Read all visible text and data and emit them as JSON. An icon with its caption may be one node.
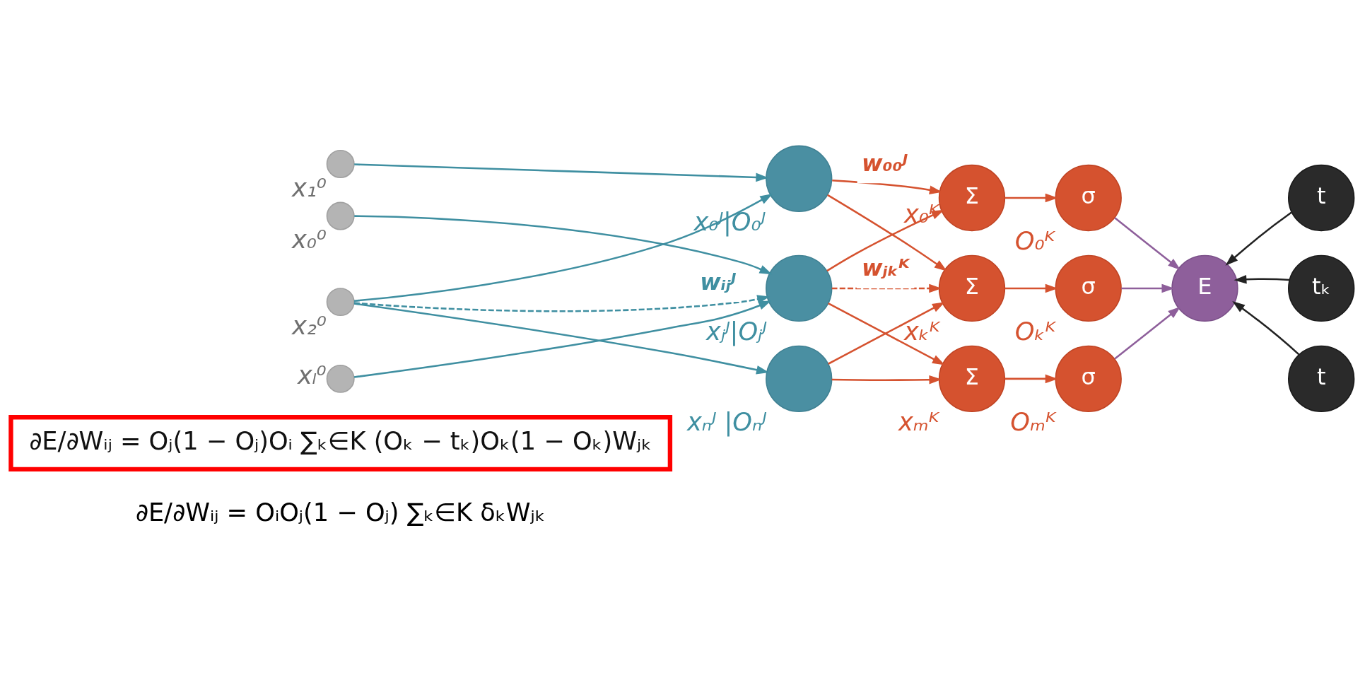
{
  "diagram": {
    "nodes": [
      {
        "text": [],
        "shape": "circle",
        "beside": [
          "x₀⁰"
        ]
      },
      {
        "text": [],
        "shape": "circle",
        "beside": [
          "x₁⁰"
        ]
      },
      {
        "text": [],
        "shape": "circle",
        "beside": [
          "x₂⁰"
        ]
      },
      {
        "text": [],
        "shape": "circle",
        "beside": [
          "xₗ⁰"
        ]
      },
      {
        "text": [],
        "shape": "circle",
        "beside": [
          "x₀ᴶ|O₀ᴶ"
        ]
      },
      {
        "text": [],
        "shape": "circle",
        "beside": [
          "xⱼᴶ|Oⱼᴶ"
        ]
      },
      {
        "text": [],
        "shape": "circle",
        "beside": [
          "xₙᴶ |Oₙᴶ"
        ]
      },
      {
        "text": [
          "Σ"
        ],
        "beside": [
          "x₀ᴷ"
        ]
      },
      {
        "text": [
          "Σ"
        ],
        "beside": [
          "xₖᴷ"
        ]
      },
      {
        "text": [
          "Σ"
        ],
        "beside": [
          "xₘᴷ"
        ]
      },
      {
        "text": [
          "σ"
        ],
        "beside": [
          "O₀ᴷ"
        ]
      },
      {
        "text": [
          "σ"
        ],
        "beside": [
          "Oₖᴷ"
        ]
      },
      {
        "text": [
          "σ"
        ],
        "beside": [
          "Oₘᴷ"
        ]
      },
      {
        "text": [
          "E"
        ]
      },
      {
        "text": [
          "t"
        ]
      },
      {
        "text": [
          "tₖ"
        ]
      },
      {
        "text": [
          "t"
        ]
      },
      {
        "text": [
          "∂E/∂Wᵢⱼ = Oⱼ(1 − Oⱼ)Oᵢ ∑ₖ∈K (Oₖ − tₖ)Oₖ(1 − Oₖ)Wⱼₖ"
        ]
      }
    ],
    "edges": [
      {
        "from": 0,
        "to": 5,
        "arrow": "to",
        "color": "#3f8fa1"
      },
      {
        "from": 1,
        "to": 4,
        "arrow": "to",
        "color": "#3f8fa1"
      },
      {
        "from": 2,
        "to": 4,
        "arrow": "to",
        "color": "#3f8fa1"
      },
      {
        "from": 2,
        "to": 5,
        "arrow": "to",
        "style": "dashed",
        "color": "#3f8fa1",
        "label": "wᵢⱼᴶ"
      },
      {
        "from": 2,
        "to": 6,
        "arrow": "to",
        "color": "#3f8fa1"
      },
      {
        "from": 3,
        "to": 5,
        "arrow": "to",
        "color": "#3f8fa1"
      },
      {
        "from": 4,
        "to": 7,
        "arrow": "to",
        "label": "w₀₀ᴶ"
      },
      {
        "from": 4,
        "to": 8,
        "arrow": "to"
      },
      {
        "from": 5,
        "to": 7,
        "arrow": "to"
      },
      {
        "from": 5,
        "to": 8,
        "arrow": "to",
        "style": "dashed",
        "label": "wⱼₖᴷ"
      },
      {
        "from": 5,
        "to": 9,
        "arrow": "to"
      },
      {
        "from": 6,
        "to": 8,
        "arrow": "to"
      },
      {
        "from": 6,
        "to": 9,
        "arrow": "to"
      },
      {
        "from": 7,
        "to": 10,
        "arrow": "to"
      },
      {
        "from": 8,
        "to": 11,
        "arrow": "to"
      },
      {
        "from": 9,
        "to": 12,
        "arrow": "to"
      },
      {
        "from": 10,
        "to": 13,
        "arrow": "to",
        "color": "#8e5f9b"
      },
      {
        "from": 11,
        "to": 13,
        "arrow": "to",
        "color": "#8e5f9b"
      },
      {
        "from": 12,
        "to": 13,
        "arrow": "to",
        "color": "#8e5f9b"
      },
      {
        "from": 14,
        "to": 13,
        "arrow": "to",
        "color": "#222222"
      },
      {
        "from": 15,
        "to": 13,
        "arrow": "to",
        "color": "#222222"
      },
      {
        "from": 16,
        "to": 13,
        "arrow": "to",
        "color": "#222222"
      }
    ],
    "labels": [
      "∂E/∂Wᵢⱼ = OᵢOⱼ(1 − Oⱼ) ∑ₖ∈K δₖWⱼₖ"
    ]
  }
}
